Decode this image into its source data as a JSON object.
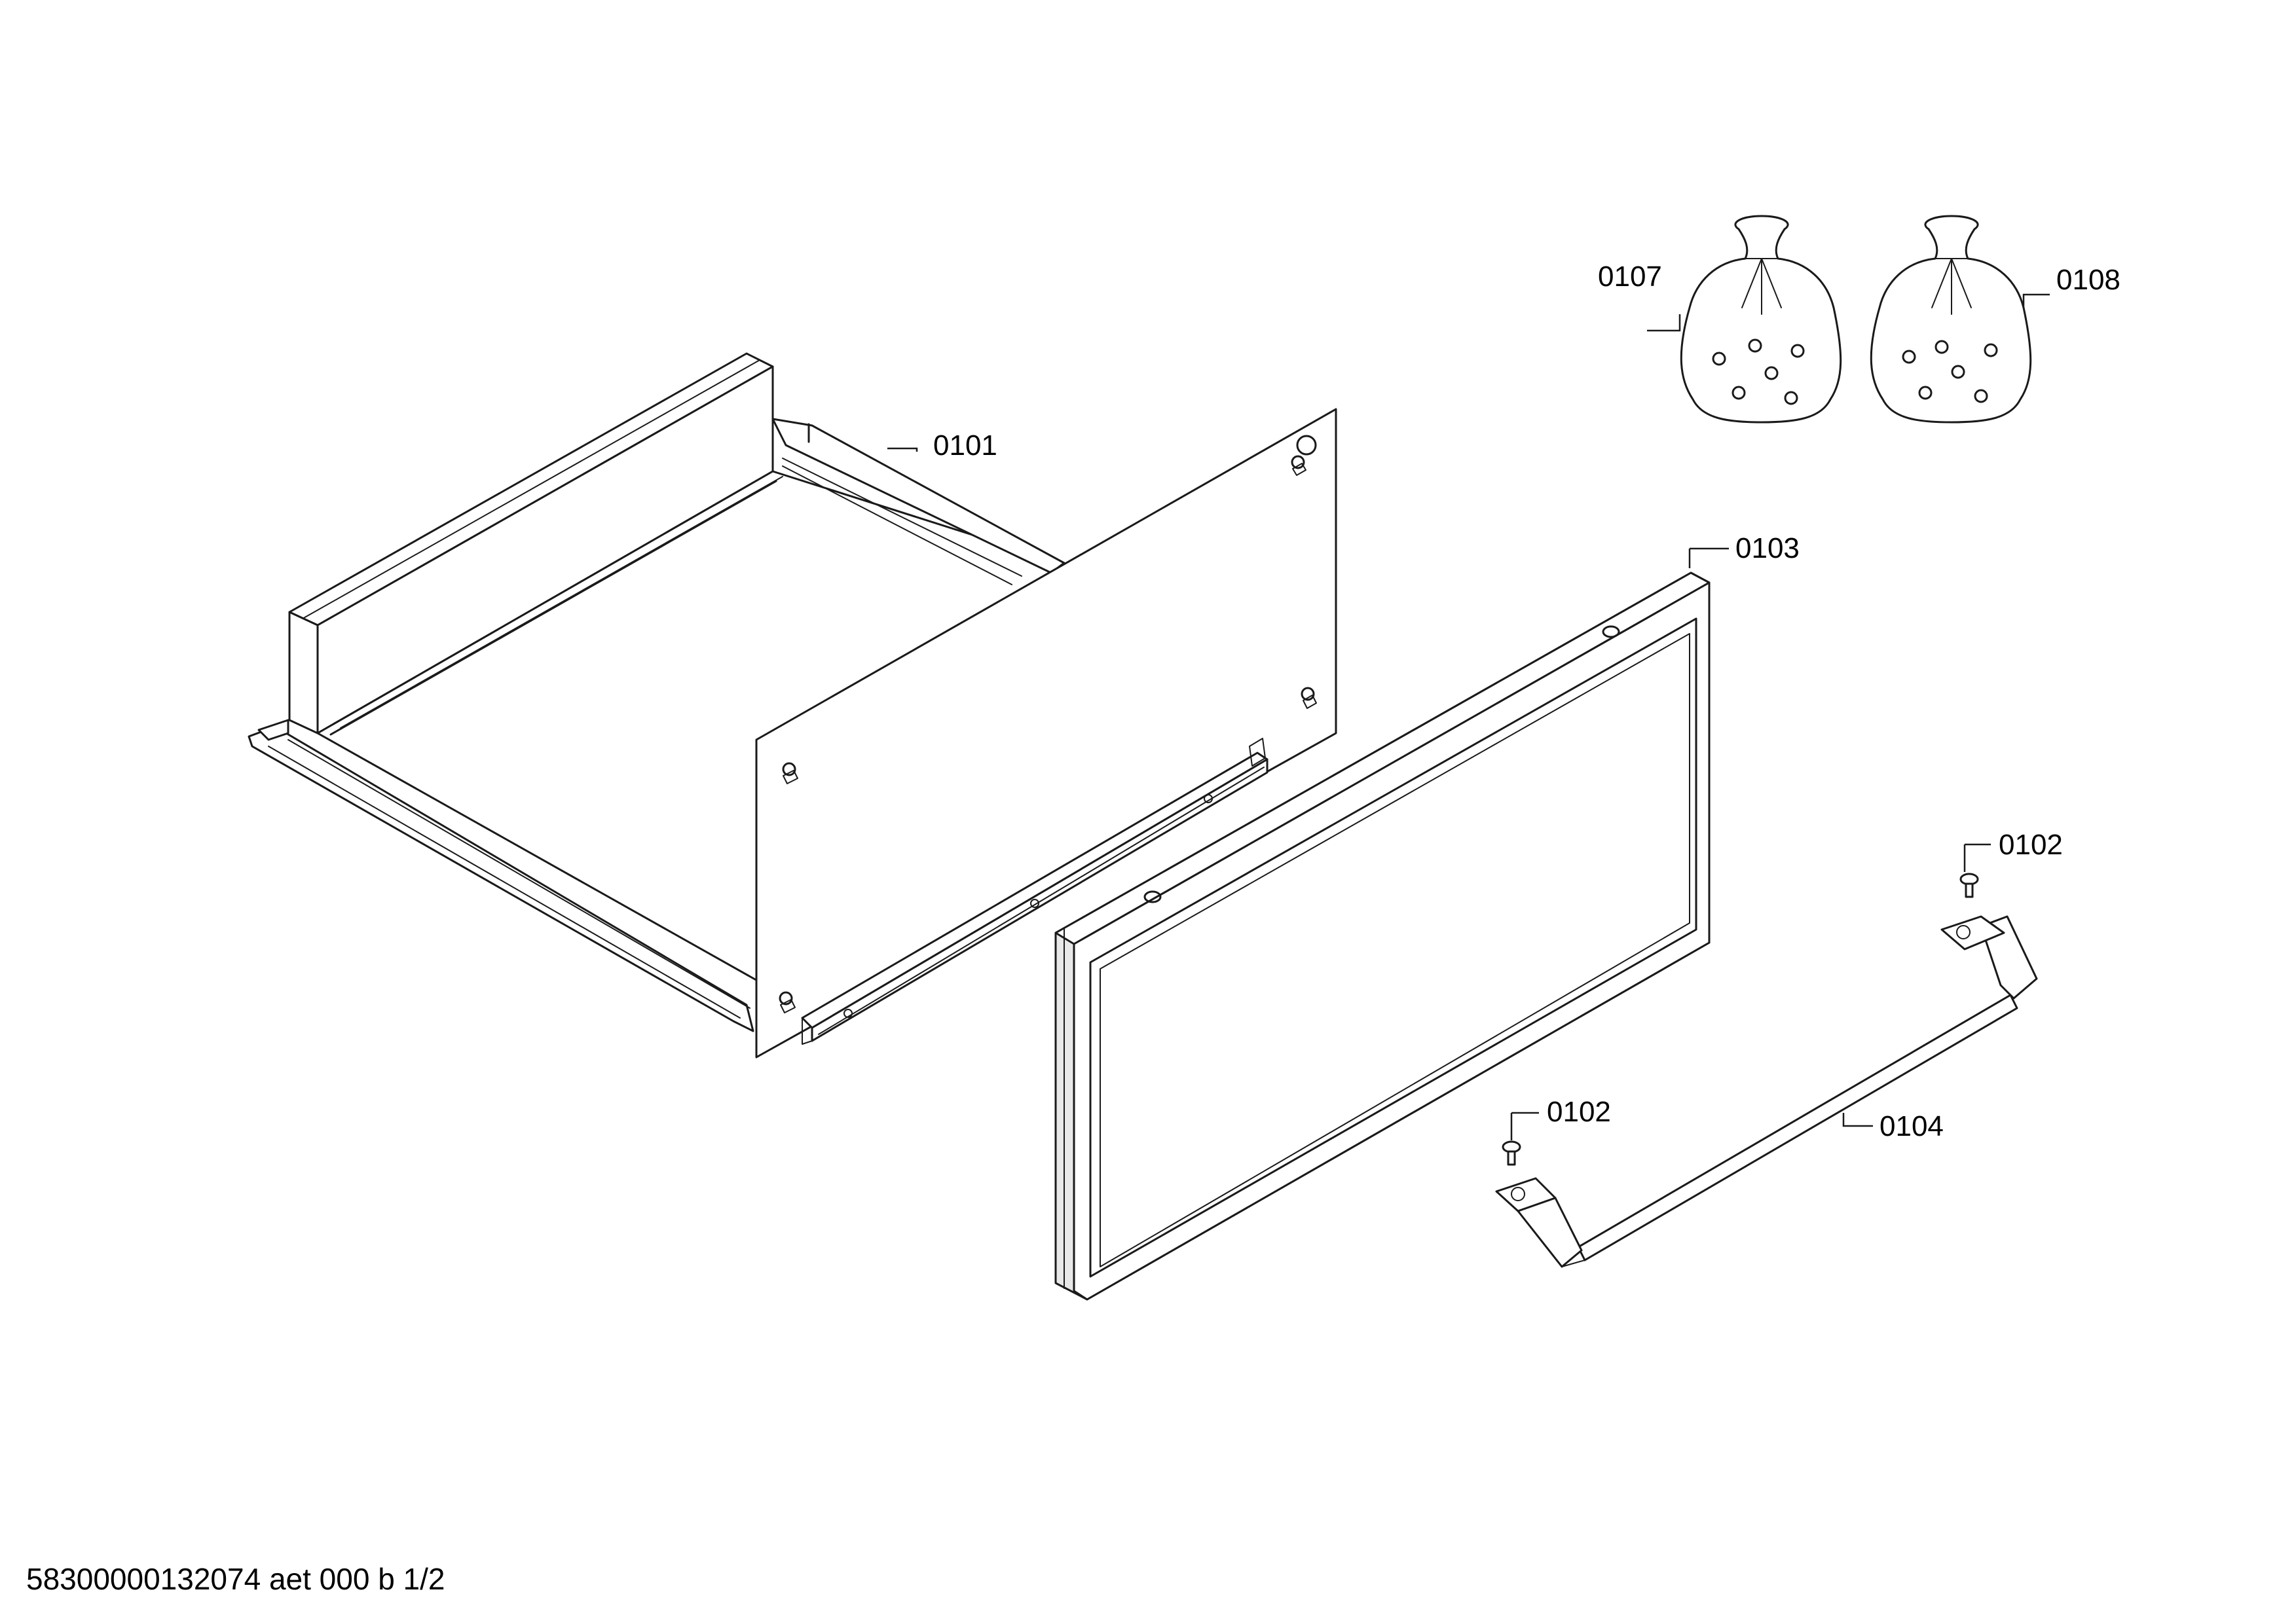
{
  "callouts": {
    "drawer_body": "0101",
    "screw_top": "0102",
    "screw_bottom": "0102",
    "front_panel": "0103",
    "handle": "0104",
    "screw_bag_left": "0107",
    "screw_bag_right": "0108"
  },
  "footer": {
    "document_id": "58300000132074 aet 000 b 1/2"
  }
}
